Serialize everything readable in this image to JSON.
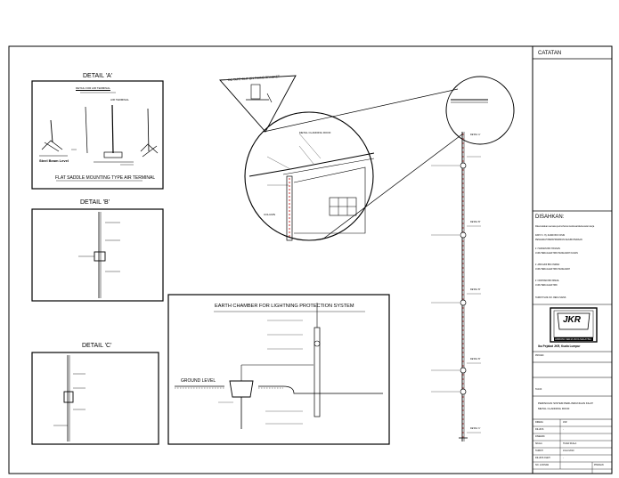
{
  "title_block": {
    "catatan": "CATATAN",
    "disahkan": "DISAHKAN:",
    "disahkan_lines": [
      "Dikemukakan semasa permohonan kelulusan/kebenaran kerja",
      "DATO' Ir. Hj. ZAKRI BIN YASIN",
      "PENGARAH PERKHIDMATAN KEJURUTERAAN",
      "Ir. HAZMAN BIN HASSAN",
      "JURUTERA ELEKTRIK PENGARAH KANAN",
      "Ir. ABD AZIZ BIN OSMAN",
      "JURUTERA ELEKTRIK PENGARAH",
      "Ir. NORHADI BIN ISMAIL",
      "JURUTERA ELEKTRIK",
      "TARIKH SIJIL NO. REKA SAINS"
    ],
    "logo_text": "JKR",
    "logo_caption": "JABATAN KERJA RAYA MALAYSIA",
    "office": "Ibu Pejabat JKR, Kuala Lumpur",
    "projek_label": "PROJEK",
    "tajuk_label": "TAJUK",
    "drawing_title_lines": [
      "PERINCIAN SISTEM PERLINDUNGAN KILAT",
      "METAL CLADDING ROOF"
    ],
    "rows": [
      {
        "label": "DIREKA",
        "value": "JKR"
      },
      {
        "label": "DILUKIS",
        "value": "-"
      },
      {
        "label": "DISEMAK",
        "value": ""
      },
      {
        "label": "SKALA",
        "value": "TIADA SKALA"
      },
      {
        "label": "TARIKH",
        "value": "JULAI 2010"
      },
      {
        "label": "DILUKIS OLEH",
        "value": "-"
      },
      {
        "label": "NO. LUKISAN",
        "value": ""
      }
    ],
    "pindaan": "PINDAAN"
  },
  "details": {
    "a_title": "DETAIL 'A'",
    "a_subtitle": "DETAIL FOR AIR TERMINAL",
    "a_air_terminal": "AIR TERMINAL",
    "a_steel_beam": "Steel Beam Level",
    "a_caption": "FLAT SADDLE MOUNTING TYPE AIR TERMINAL",
    "b_title": "DETAIL 'B'",
    "c_title": "DETAIL 'C'",
    "earth_title": "EARTH CHAMBER FOR LIGHTNING PROTECTION SYSTEM",
    "ground_level": "GROUND LEVEL",
    "tape_clip": "DC TAPE CLIP ON FIXING BRACKET",
    "metal_cladding": "METAL CLADDING ROOF",
    "column": "COLUMN"
  },
  "notes_right": [
    "DETAIL 'A'",
    "DETAIL 'B'",
    "DETAIL 'B'",
    "DETAIL 'B'",
    "DETAIL 'C'"
  ]
}
